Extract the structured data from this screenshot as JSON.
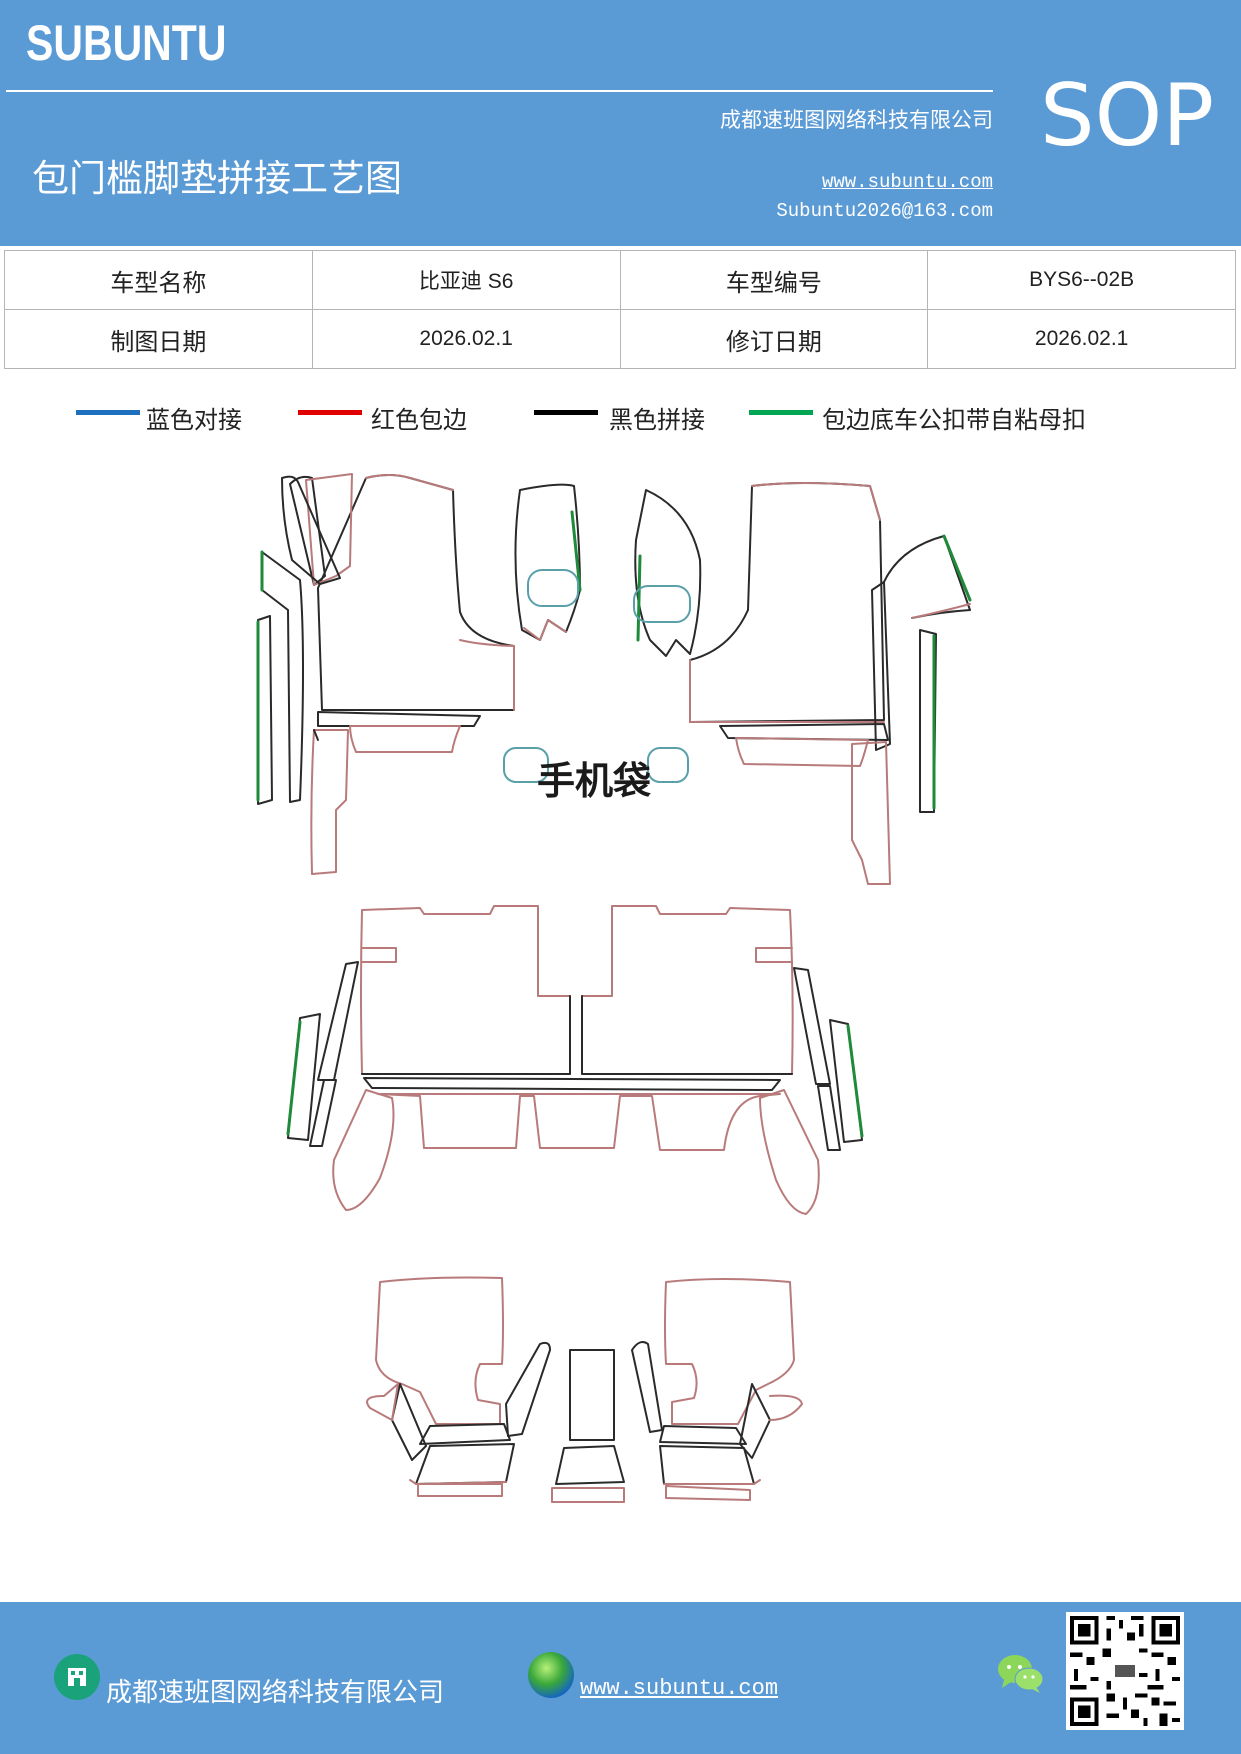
{
  "header": {
    "brand": "SUBUNTU",
    "company": "成都速班图网络科技有限公司",
    "title": "包门槛脚垫拼接工艺图",
    "url": "www.subuntu.com",
    "email": "Subuntu2026@163.com",
    "badge": "SOP"
  },
  "info_table": {
    "row1": [
      "车型名称",
      "比亚迪 S6",
      "车型编号",
      "BYS6--02B"
    ],
    "row2": [
      "制图日期",
      "2026.02.1",
      "修订日期",
      "2026.02.1"
    ]
  },
  "legend": [
    {
      "label": "蓝色对接",
      "color": "#1f6fbf"
    },
    {
      "label": "红色包边",
      "color": "#e00000"
    },
    {
      "label": "黑色拼接",
      "color": "#000000"
    },
    {
      "label": "包边底车公扣带自粘母扣",
      "color": "#00a651"
    }
  ],
  "diagram": {
    "phone_pocket_label": "手机袋",
    "colors": {
      "red_edge": "#b87a7a",
      "black_join": "#2a2a2a",
      "green_strip": "#1e8a3a",
      "blue_join": "#5aa0a8"
    }
  },
  "footer": {
    "company": "成都速班图网络科技有限公司",
    "url": "www.subuntu.com ",
    "icons": [
      "building-icon",
      "globe-icon",
      "wechat-icon",
      "qr-code"
    ]
  }
}
